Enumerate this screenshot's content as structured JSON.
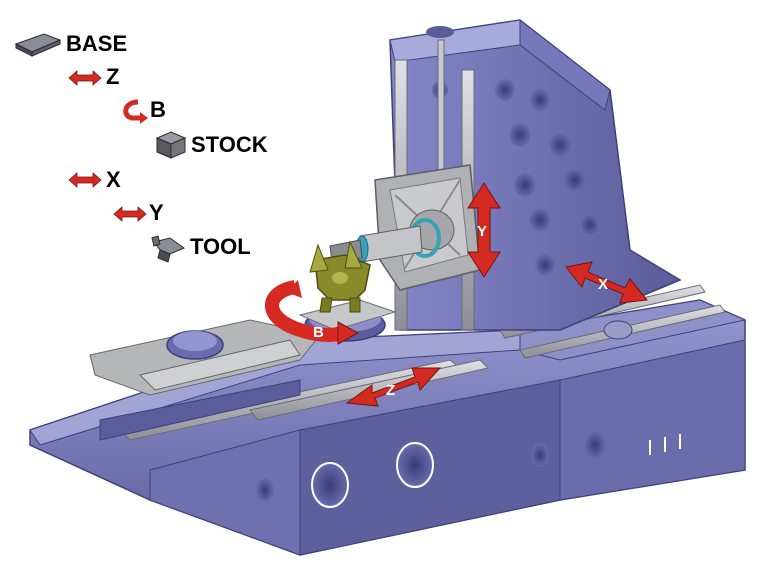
{
  "kinematic_tree": [
    {
      "label": "BASE",
      "icon": "base-plate-icon"
    },
    {
      "label": "Z",
      "icon": "linear-axis-arrow-icon"
    },
    {
      "label": "B",
      "icon": "rotary-axis-arrow-icon"
    },
    {
      "label": "STOCK",
      "icon": "stock-cube-icon"
    },
    {
      "label": "X",
      "icon": "linear-axis-arrow-icon"
    },
    {
      "label": "Y",
      "icon": "linear-axis-arrow-icon"
    },
    {
      "label": "TOOL",
      "icon": "tool-icon"
    }
  ],
  "axis_labels": {
    "y": "Y",
    "x": "X",
    "b": "B",
    "z": "Z"
  },
  "colors": {
    "machine_body": "#7c7ebd",
    "machine_dark": "#4e5090",
    "machine_light": "#a4a6d8",
    "rail_gray": "#b8b8c0",
    "arrow_red": "#d42a22",
    "part_olive": "#8a8a2a",
    "spindle_teal": "#3aa0b8"
  }
}
